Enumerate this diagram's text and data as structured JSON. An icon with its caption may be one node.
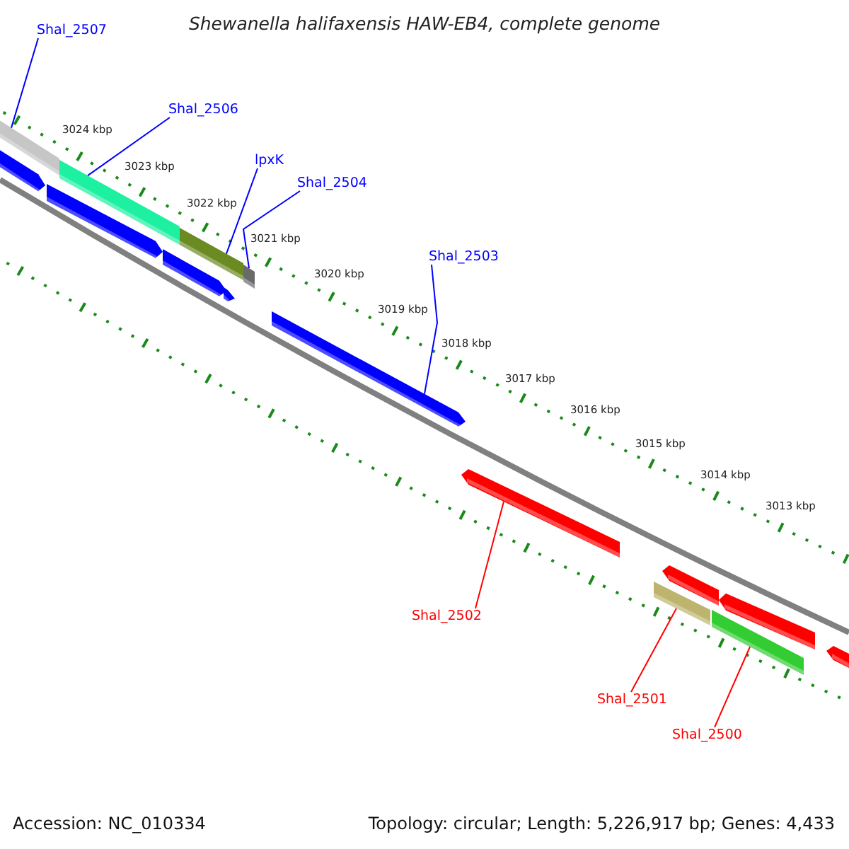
{
  "diagram": {
    "title": "Shewanella halifaxensis HAW-EB4, complete genome",
    "nodes": [
      {
        "text": [
          "Shal_2507"
        ]
      },
      {
        "text": [],
        "shape": "bar"
      },
      {
        "text": [
          "Shal_2506"
        ]
      },
      {
        "text": [],
        "shape": "bar"
      },
      {
        "text": [
          "lpxK"
        ]
      },
      {
        "text": [],
        "shape": "bar"
      },
      {
        "text": [
          "Shal_2504"
        ]
      },
      {
        "text": [],
        "shape": "bar"
      },
      {
        "text": [],
        "shape": "bar"
      },
      {
        "text": [],
        "shape": "bar"
      },
      {
        "text": [],
        "shape": "bar"
      },
      {
        "text": [],
        "shape": "bar"
      },
      {
        "text": [
          "Shal_2503"
        ]
      },
      {
        "text": [],
        "shape": "bar"
      },
      {
        "text": [],
        "shape": "bar"
      },
      {
        "text": [],
        "shape": "bar"
      },
      {
        "text": [],
        "shape": "bar"
      },
      {
        "text": [],
        "shape": "bar"
      },
      {
        "text": [],
        "shape": "bar"
      },
      {
        "text": [],
        "shape": "bar"
      },
      {
        "text": [
          "Shal_2502"
        ]
      },
      {
        "text": [
          "Shal_2501"
        ]
      },
      {
        "text": [
          "Shal_2500"
        ]
      }
    ],
    "edges": [
      {
        "from": 0,
        "to": 1,
        "arrow": "none"
      },
      {
        "from": 2,
        "to": 3,
        "arrow": "none"
      },
      {
        "from": 4,
        "to": 5,
        "arrow": "none"
      },
      {
        "from": 6,
        "to": 7,
        "arrow": "none"
      },
      {
        "from": 12,
        "to": 13,
        "arrow": "none"
      },
      {
        "from": 20,
        "to": 14,
        "arrow": "none",
        "color": "#ff0000"
      },
      {
        "from": 21,
        "to": 18,
        "arrow": "none",
        "color": "#ff0000"
      },
      {
        "from": 22,
        "to": 19,
        "arrow": "none",
        "color": "#ff0000"
      }
    ],
    "labels": [
      "3024 kbp",
      "3023 kbp",
      "3022 kbp",
      "3021 kbp",
      "3020 kbp",
      "3019 kbp",
      "3018 kbp",
      "3017 kbp",
      "3016 kbp",
      "3015 kbp",
      "3014 kbp",
      "3013 kbp",
      "Accession: NC_010334",
      "Topology: circular; Length: 5,226,917 bp; Genes: 4,433"
    ]
  }
}
